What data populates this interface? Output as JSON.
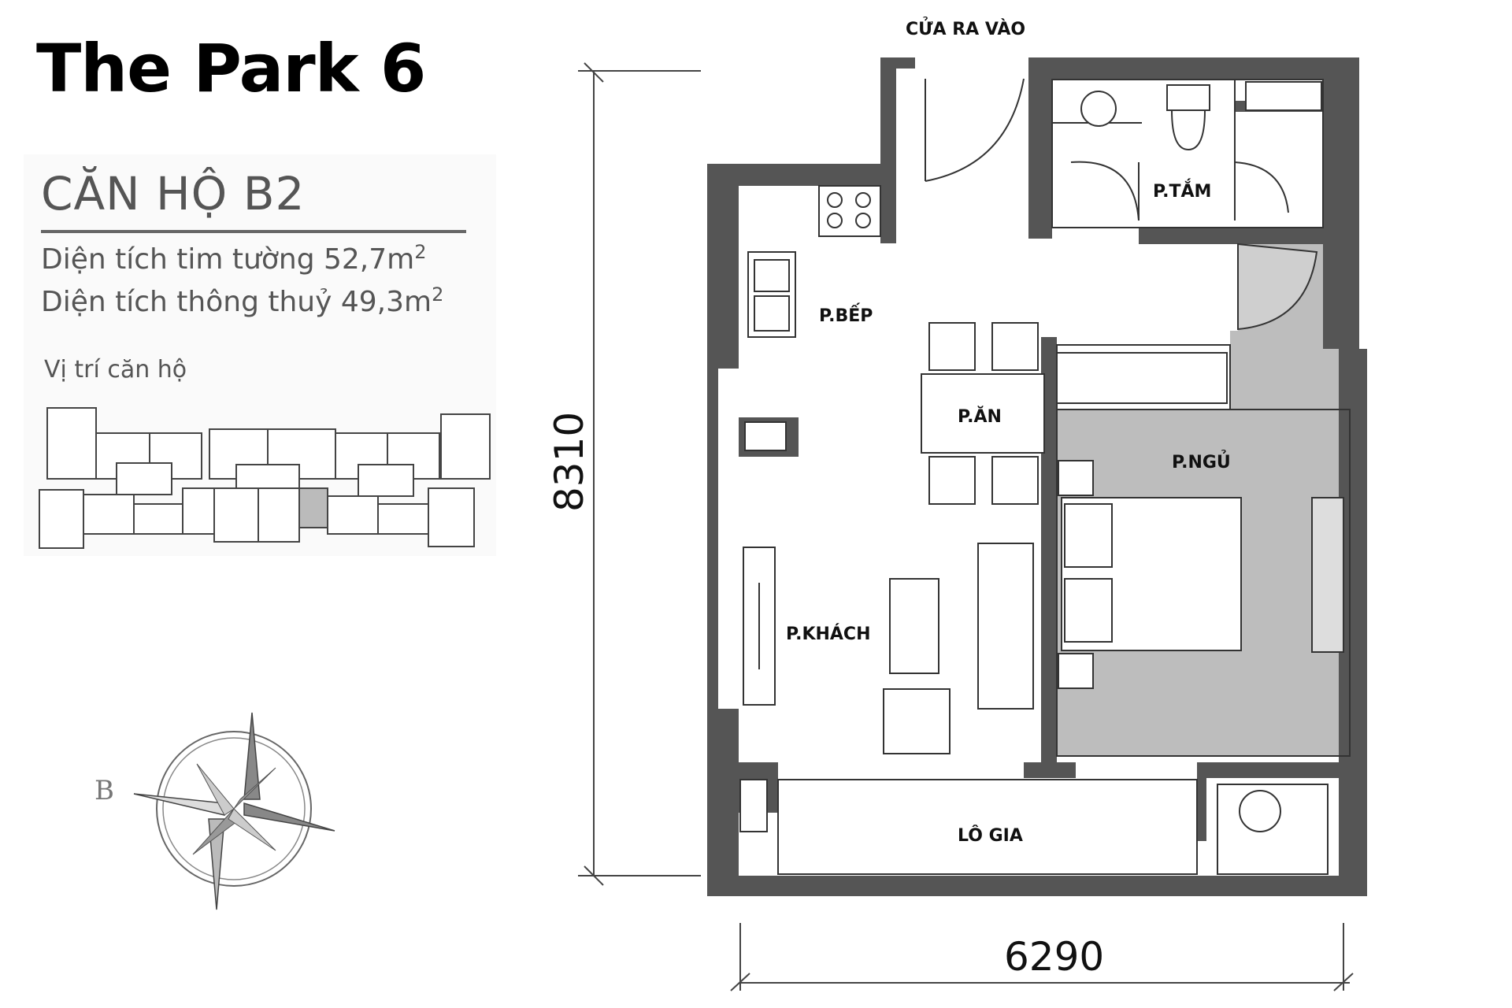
{
  "header": {
    "project": "The Park 6",
    "unit": "CĂN HỘ B2",
    "area_wall_center": "Diện tích tim tường 52,7m",
    "area_wall_center_sup": "2",
    "area_clear": "Diện tích thông thuỷ 49,3m",
    "area_clear_sup": "2",
    "location_label": "Vị trí căn hộ"
  },
  "plan": {
    "entrance": "CỬA RA VÀO",
    "rooms": {
      "kitchen": "P.BẾP",
      "bath": "P.TẮM",
      "dining": "P.ĂN",
      "bedroom": "P.NGỦ",
      "living": "P.KHÁCH",
      "loggia": "LÔ GIA"
    },
    "dim_height": "8310",
    "dim_width": "6290",
    "compass_letter": "B"
  },
  "colors": {
    "wall": "#555555",
    "bedroom_fill": "#bdbdbd",
    "highlight_unit": "#bbbbbb"
  }
}
